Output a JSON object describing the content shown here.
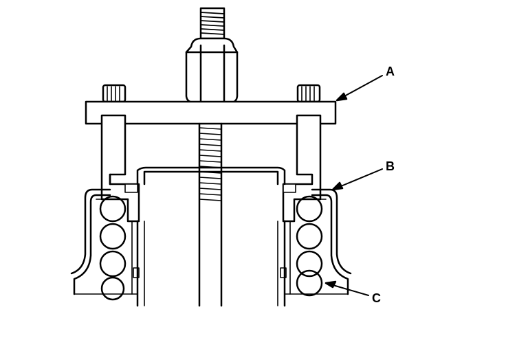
{
  "diagram": {
    "callouts": [
      {
        "id": "A",
        "label": "A",
        "target": "puller-crossbar"
      },
      {
        "id": "B",
        "label": "B",
        "target": "bearing-race-housing"
      },
      {
        "id": "C",
        "label": "C",
        "target": "bearing-rollers"
      }
    ],
    "colors": {
      "ink": "#000000",
      "paper": "#ffffff"
    }
  }
}
